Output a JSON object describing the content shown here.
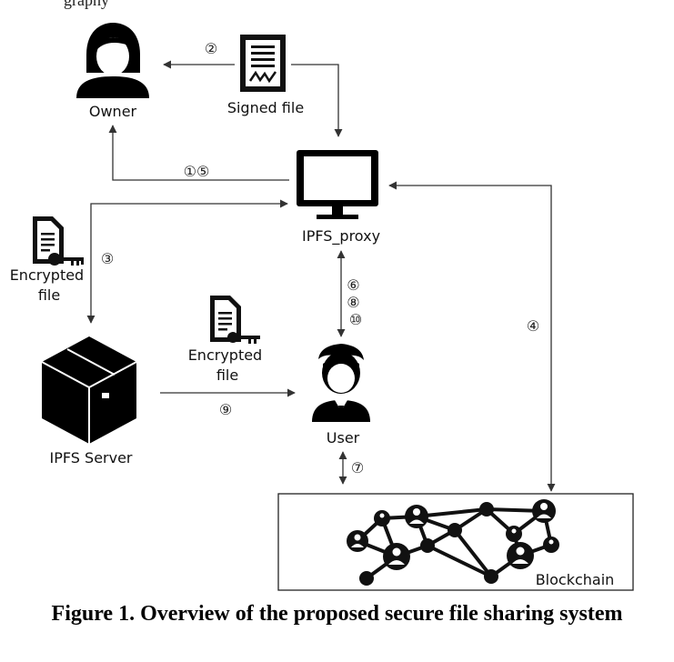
{
  "top_fragment": "graphy",
  "nodes": {
    "owner": "Owner",
    "signed_file": "Signed file",
    "proxy": "IPFS_proxy",
    "encrypted_file_left": "Encrypted\nfile",
    "encrypted_file_mid": "Encrypted\nfile",
    "ipfs_server": "IPFS Server",
    "user": "User",
    "blockchain": "Blockchain"
  },
  "steps": {
    "s2": "②",
    "s15": "①⑤",
    "s3": "③",
    "s6_8_10": "⑥\n⑧\n⑩",
    "s4": "④",
    "s9": "⑨",
    "s7": "⑦"
  },
  "caption": "Figure 1. Overview of the proposed secure file sharing system"
}
